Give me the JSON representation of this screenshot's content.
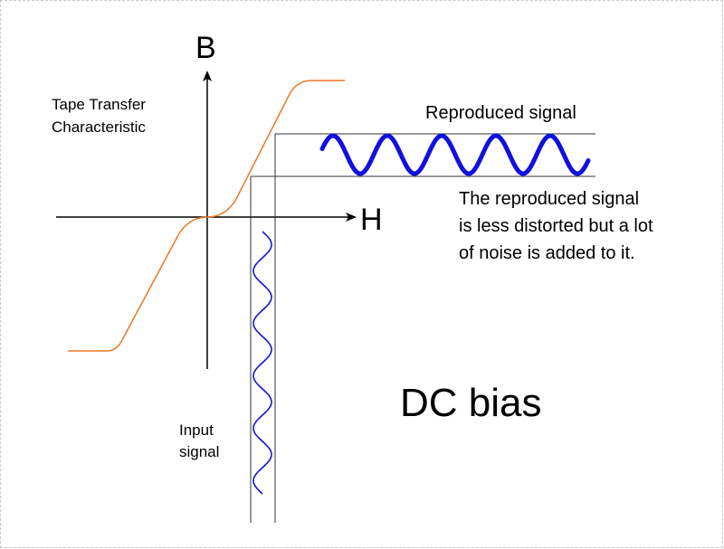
{
  "axes": {
    "y_label": "B",
    "x_label": "H"
  },
  "labels": {
    "transfer_line1": "Tape Transfer",
    "transfer_line2": "Characteristic",
    "reproduced": "Reproduced signal",
    "note_line1": "The reproduced signal",
    "note_line2": "is less distorted but a lot",
    "note_line3": "of noise is added to it.",
    "input_line1": "Input",
    "input_line2": "signal",
    "title": "DC bias"
  },
  "colors": {
    "curve": "#ee7722",
    "input_wave": "#1515cc",
    "output_wave": "#1111dd",
    "axis": "#000000",
    "guide": "#333333",
    "frame": "#c8c8c8"
  }
}
